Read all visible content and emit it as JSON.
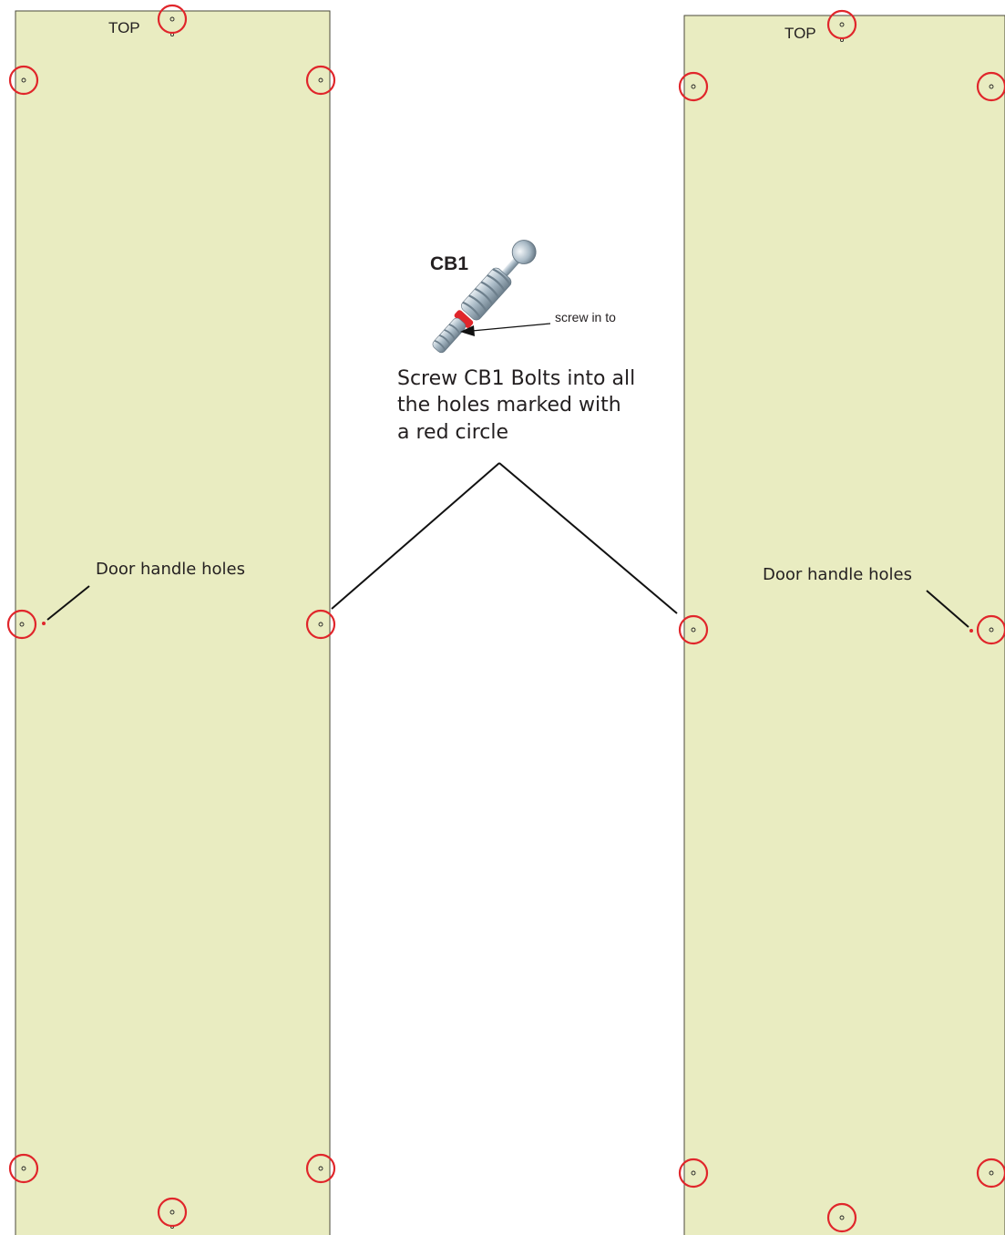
{
  "colors": {
    "panel_fill": "#e9ecc1",
    "panel_edge": "#4a4a3a",
    "marker_red": "#e0262b",
    "line": "#111111",
    "bolt_metal": "#a9bac6"
  },
  "panels": {
    "left": {
      "top_label": "TOP",
      "handle_label": "Door handle holes"
    },
    "right": {
      "top_label": "TOP",
      "handle_label": "Door handle holes"
    }
  },
  "bolt": {
    "code": "CB1",
    "icon": "cam-bolt-icon",
    "callout": "screw in to"
  },
  "instruction": {
    "lines": [
      "Screw CB1 Bolts into all",
      "the holes marked with",
      "a red circle"
    ]
  }
}
